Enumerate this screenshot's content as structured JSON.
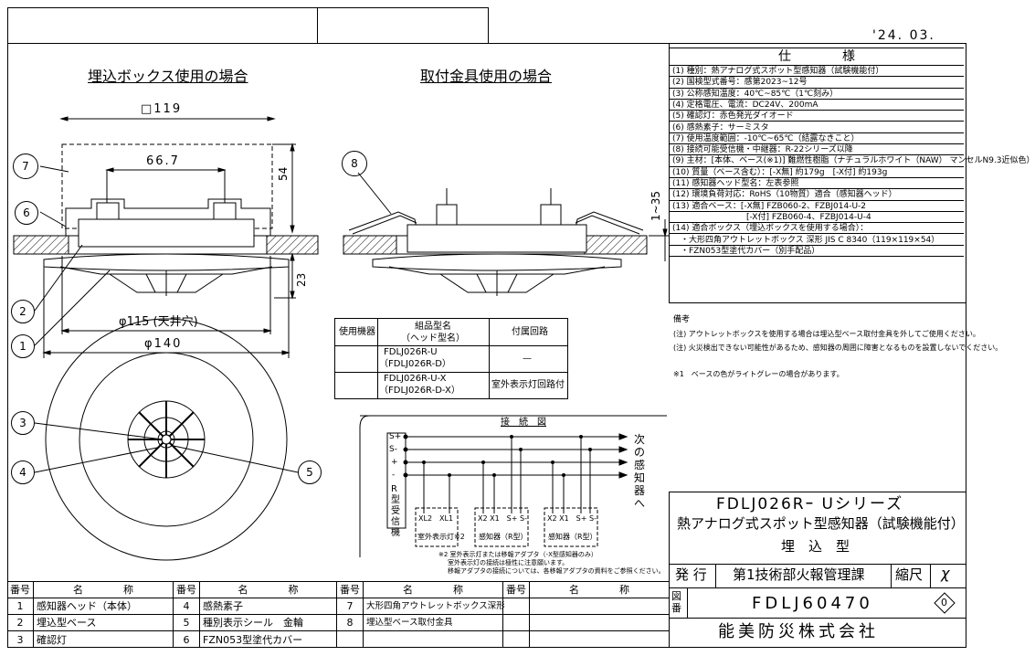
{
  "date": "'24. 03.",
  "views": {
    "left_title": "埋込ボックス使用の場合",
    "right_title": "取付金具使用の場合"
  },
  "dims": {
    "box_size": "□119",
    "spacing": "66.7",
    "height_54": "54",
    "height_23": "23",
    "ceiling_hole": "φ115 (天井穴)",
    "diameter": "φ140",
    "ceiling_range": "1~35"
  },
  "callouts": [
    "1",
    "2",
    "3",
    "4",
    "5",
    "6",
    "7",
    "8"
  ],
  "spec": {
    "title": "仕　　　　様",
    "rows": [
      "(1) 種別：熱アナログ式スポット型感知器（試験機能付）",
      "(2) 国検型式番号：感第2023~12号",
      "(3) 公称感知温度：40℃~85℃（1℃刻み）",
      "(4) 定格電圧、電流：DC24V、200mA",
      "(5) 確認灯：赤色発光ダイオード",
      "(6) 感熱素子：サーミスタ",
      "(7) 使用温度範囲：-10℃~65℃（結露なきこと）",
      "(8) 接続可能受信機・中継器：R-22シリーズ以降",
      "(9) 主材：[本体、ベース(※1)] 難燃性樹脂（ナチュラルホワイト（NAW） マンセルN9.3近似色）",
      "(10) 質量（ベース含む）：[-X無] 約179g　[-X付] 約193g",
      "(11) 感知器ヘッド型名：左表参照",
      "(12) 環境負荷対応：RoHS（10物質）適合（感知器ヘッド）",
      "(13) 適合ベース：[-X無] FZB060-2、FZBJ014-U-2",
      "　　　　　　　　　[-X付] FZB060-4、FZBJ014-U-4",
      "(14) 適合ボックス（埋込ボックスを使用する場合）：",
      "　・大形四角アウトレットボックス 深形 JIS C 8340（119×119×54）",
      "　・FZN053型塗代カバー（別手配品）"
    ]
  },
  "notes": {
    "heading": "備考",
    "lines": [
      "(注) アウトレットボックスを使用する場合は埋込型ベース取付金具を外してご使用ください。",
      "(注) 火災検出できない可能性があるため、感知器の周囲に障害となるものを設置しないでください。",
      "※1　ベースの色がライトグレーの場合があります。"
    ]
  },
  "model_table": {
    "headers": [
      "使用機器",
      "組品型名\n（ヘッド型名）",
      "付属回路"
    ],
    "rows": [
      {
        "model": "FDLJ026R-U",
        "head": "（FDLJ026R-D）",
        "circuit": "—"
      },
      {
        "model": "FDLJ026R-U-X",
        "head": "（FDLJ026R-D-X）",
        "circuit": "室外表示灯回路付"
      }
    ]
  },
  "wiring": {
    "title": "接　続　図",
    "terminals": [
      "S+",
      "S-",
      "+",
      "-"
    ],
    "receiver_label": "R型受信機",
    "next_label": "次の感知器へ",
    "boxes": [
      {
        "terms": "XL2　XL1",
        "label": "室外表示灯※2"
      },
      {
        "terms": "X2 X1　S+ S-",
        "label": "感知器（R型）"
      },
      {
        "terms": "X2 X1　S+ S-",
        "label": "感知器（R型）"
      }
    ],
    "footnotes": [
      "※2 室外表示灯または移報アダプタ（-X型感知器のみ）",
      "室外表示灯の接続は極性に注意願います。",
      "移報アダプタの接続については、各移報アダプタの資料をご参照ください。"
    ]
  },
  "title_block": {
    "series": "FDLJ026Rｰ Uシリーズ",
    "product": "熱アナログ式スポット型感知器（試験機能付）",
    "type": "埋　込　型",
    "issue_label": "発 行",
    "department": "第1技術部火報管理課",
    "scale_label": "縮尺",
    "scale_value": "χ",
    "drawing_no_label": "図番",
    "drawing_no": "FDLJ60470",
    "revision": "0",
    "company": "能美防災株式会社"
  },
  "parts_table": {
    "headers": [
      "番号",
      "名　　　　称",
      "番号",
      "名　　　　称",
      "番号",
      "名　　　　称",
      "番号",
      "名　　　　称"
    ],
    "rows": [
      [
        "1",
        "感知器ヘッド（本体）",
        "4",
        "感熱素子",
        "7",
        "大形四角アウトレットボックス深形",
        "",
        ""
      ],
      [
        "2",
        "埋込型ベース",
        "5",
        "種別表示シール　金輪",
        "8",
        "埋込型ベース取付金具",
        "",
        ""
      ],
      [
        "3",
        "確認灯",
        "6",
        "FZN053型塗代カバー",
        "",
        "",
        "",
        ""
      ]
    ]
  }
}
